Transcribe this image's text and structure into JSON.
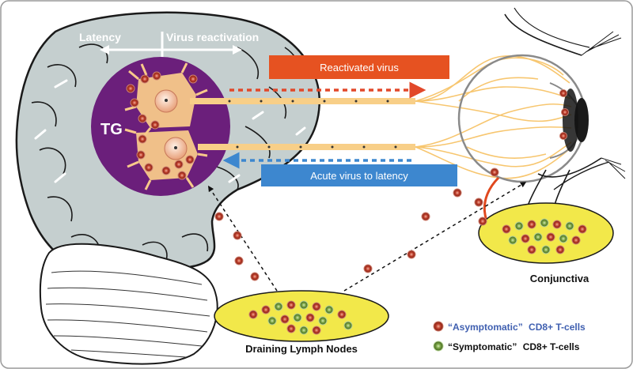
{
  "labels": {
    "latency": "Latency",
    "virus_reactivation": "Virus reactivation",
    "tg": "TG",
    "reactivated_virus": "Reactivated virus",
    "acute_virus_to_latency": "Acute virus to latency",
    "conjunctiva": "Conjunctiva",
    "draining_lymph_nodes": "Draining Lymph Nodes"
  },
  "legend": {
    "asymptomatic_quote": "“Asymptomatic”",
    "asymptomatic_rest": "CD8+ T-cells",
    "symptomatic_quote": "“Symptomatic”",
    "symptomatic_rest": "CD8+ T-cells"
  },
  "colors": {
    "brain": "#c5cfcf",
    "tg_circle": "#6b1f7b",
    "neuron": "#f8c98a",
    "reactivated_bar": "#e65221",
    "acute_bar": "#3d87cf",
    "lymph_node": "#f2e84a",
    "asymptomatic_cell": "#b23a2a",
    "symptomatic_cell": "#6e9b3a",
    "asymptomatic_text": "#3f5fb0"
  }
}
